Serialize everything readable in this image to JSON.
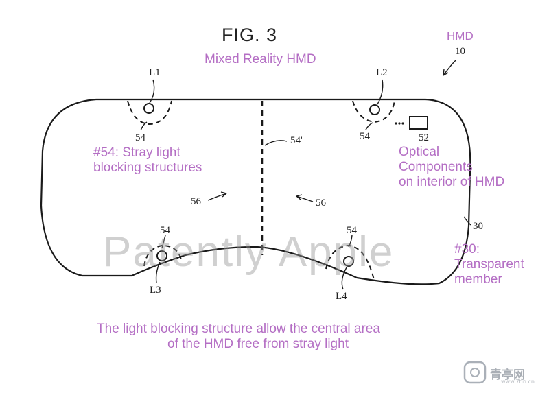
{
  "figure": {
    "title": "FIG. 3",
    "subtitle": "Mixed Reality HMD"
  },
  "callouts": {
    "hmd_label": "HMD",
    "hmd_number": "10",
    "stray_light": [
      "#54: Stray light",
      "blocking structures"
    ],
    "optical": [
      "Optical",
      "Components",
      "on interior of HMD"
    ],
    "transparent": [
      "#30:",
      "Transparent",
      "member"
    ],
    "caption": [
      "The light blocking structure allow the central area",
      "of the HMD free from stray light"
    ]
  },
  "reference_labels": {
    "l1": "L1",
    "l2": "L2",
    "l3": "L3",
    "l4": "L4",
    "n54_top_left": "54",
    "n54_top_right": "54",
    "n54_bottom_left": "54",
    "n54_bottom_right": "54",
    "n54_prime": "54'",
    "n52": "52",
    "n56_left": "56",
    "n56_right": "56",
    "n30": "30"
  },
  "watermark": "Patently Apple",
  "logo": {
    "text": "青亭网",
    "url": "www.7tin.cn"
  },
  "colors": {
    "annotation": "#b46ec4",
    "line": "#1a1a1a"
  }
}
